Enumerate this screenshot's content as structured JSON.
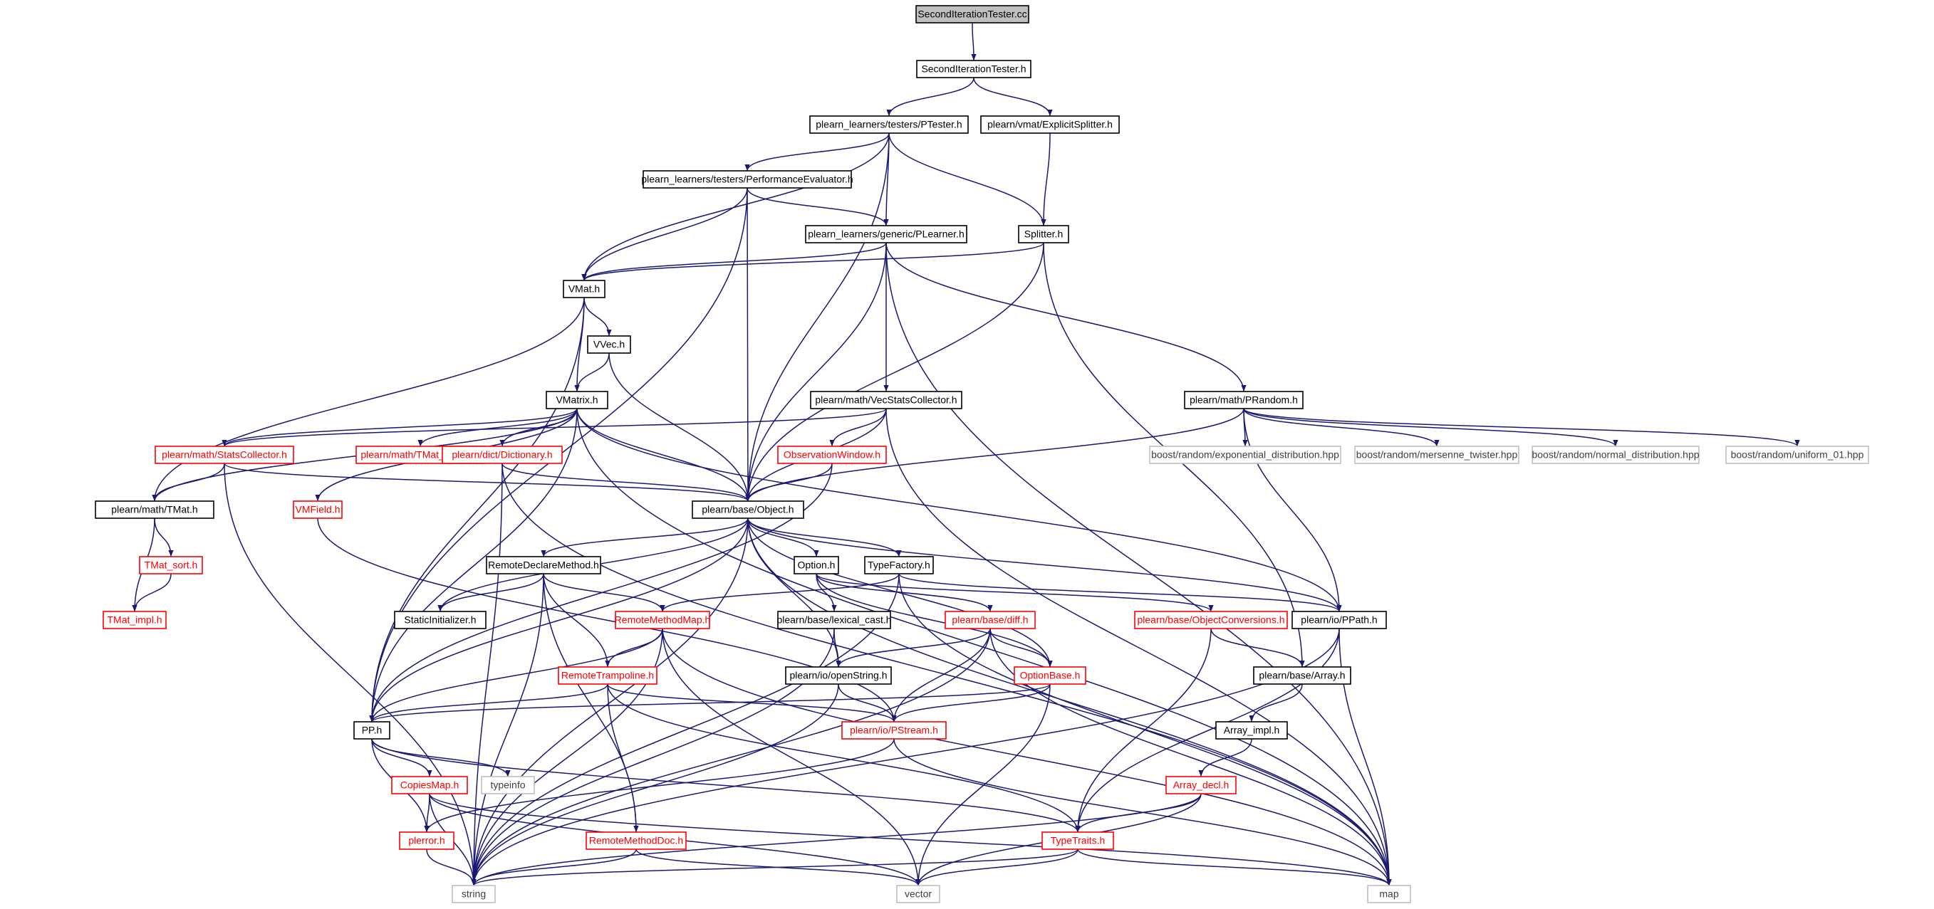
{
  "colors": {
    "edge": "#191970",
    "border_black": "#000000",
    "border_red": "#ff0000",
    "border_grey": "#bfbfbf",
    "fill_root": "#bfbfbf",
    "fill_default": "#ffffff",
    "text_black": "#000000",
    "text_red": "#ff0000",
    "text_grey": "#404040"
  },
  "nodes": [
    {
      "id": "n0",
      "label": "SecondIterationTester.cc",
      "style": "root"
    },
    {
      "id": "n1",
      "label": "SecondIterationTester.h",
      "style": "black"
    },
    {
      "id": "n2",
      "label": "plearn_learners/testers/PTester.h",
      "style": "black"
    },
    {
      "id": "n3",
      "label": "plearn/vmat/ExplicitSplitter.h",
      "style": "black"
    },
    {
      "id": "n4",
      "label": "plearn_learners/testers/PerformanceEvaluator.h",
      "style": "black"
    },
    {
      "id": "n5",
      "label": "plearn_learners/generic/PLearner.h",
      "style": "black"
    },
    {
      "id": "n6",
      "label": "Splitter.h",
      "style": "black"
    },
    {
      "id": "n7",
      "label": "VMat.h",
      "style": "black"
    },
    {
      "id": "n8",
      "label": "VVec.h",
      "style": "black"
    },
    {
      "id": "n9",
      "label": "VMatrix.h",
      "style": "black"
    },
    {
      "id": "n10",
      "label": "plearn/math/VecStatsCollector.h",
      "style": "black"
    },
    {
      "id": "n11",
      "label": "plearn/math/PRandom.h",
      "style": "black"
    },
    {
      "id": "n12",
      "label": "plearn/math/StatsCollector.h",
      "style": "red"
    },
    {
      "id": "n13",
      "label": "plearn/math/TMat_maths.h",
      "style": "red"
    },
    {
      "id": "n14",
      "label": "plearn/dict/Dictionary.h",
      "style": "red"
    },
    {
      "id": "n15",
      "label": "ObservationWindow.h",
      "style": "red"
    },
    {
      "id": "n16",
      "label": "boost/random/exponential_distribution.hpp",
      "style": "grey"
    },
    {
      "id": "n17",
      "label": "boost/random/mersenne_twister.hpp",
      "style": "grey"
    },
    {
      "id": "n18",
      "label": "boost/random/normal_distribution.hpp",
      "style": "grey"
    },
    {
      "id": "n19",
      "label": "boost/random/uniform_01.hpp",
      "style": "grey"
    },
    {
      "id": "n20",
      "label": "plearn/math/TMat.h",
      "style": "black"
    },
    {
      "id": "n21",
      "label": "VMField.h",
      "style": "red"
    },
    {
      "id": "n22",
      "label": "plearn/base/Object.h",
      "style": "black"
    },
    {
      "id": "n23",
      "label": "TMat_sort.h",
      "style": "red"
    },
    {
      "id": "n24",
      "label": "TMat_impl.h",
      "style": "red"
    },
    {
      "id": "n25",
      "label": "RemoteDeclareMethod.h",
      "style": "black"
    },
    {
      "id": "n26",
      "label": "Option.h",
      "style": "black"
    },
    {
      "id": "n27",
      "label": "TypeFactory.h",
      "style": "black"
    },
    {
      "id": "n28",
      "label": "StaticInitializer.h",
      "style": "black"
    },
    {
      "id": "n29",
      "label": "RemoteMethodMap.h",
      "style": "red"
    },
    {
      "id": "n30",
      "label": "plearn/base/lexical_cast.h",
      "style": "black"
    },
    {
      "id": "n31",
      "label": "plearn/base/diff.h",
      "style": "red"
    },
    {
      "id": "n32",
      "label": "plearn/base/ObjectConversions.h",
      "style": "red"
    },
    {
      "id": "n33",
      "label": "plearn/io/PPath.h",
      "style": "black"
    },
    {
      "id": "n34",
      "label": "RemoteTrampoline.h",
      "style": "red"
    },
    {
      "id": "n35",
      "label": "plearn/io/openString.h",
      "style": "black"
    },
    {
      "id": "n36",
      "label": "OptionBase.h",
      "style": "red"
    },
    {
      "id": "n37",
      "label": "plearn/base/Array.h",
      "style": "black"
    },
    {
      "id": "n38",
      "label": "PP.h",
      "style": "black"
    },
    {
      "id": "n39",
      "label": "plearn/io/PStream.h",
      "style": "red"
    },
    {
      "id": "n40",
      "label": "Array_impl.h",
      "style": "black"
    },
    {
      "id": "n41",
      "label": "CopiesMap.h",
      "style": "red"
    },
    {
      "id": "n42",
      "label": "typeinfo",
      "style": "grey"
    },
    {
      "id": "n43",
      "label": "Array_decl.h",
      "style": "red"
    },
    {
      "id": "n44",
      "label": "plerror.h",
      "style": "red"
    },
    {
      "id": "n45",
      "label": "RemoteMethodDoc.h",
      "style": "red"
    },
    {
      "id": "n46",
      "label": "TypeTraits.h",
      "style": "red"
    },
    {
      "id": "n47",
      "label": "string",
      "style": "grey"
    },
    {
      "id": "n48",
      "label": "vector",
      "style": "grey"
    },
    {
      "id": "n49",
      "label": "map",
      "style": "grey"
    }
  ],
  "edges": [
    [
      "n0",
      "n1"
    ],
    [
      "n1",
      "n2"
    ],
    [
      "n1",
      "n3"
    ],
    [
      "n3",
      "n6"
    ],
    [
      "n2",
      "n4"
    ],
    [
      "n2",
      "n5"
    ],
    [
      "n2",
      "n6"
    ],
    [
      "n2",
      "n7"
    ],
    [
      "n2",
      "n22"
    ],
    [
      "n4",
      "n7"
    ],
    [
      "n4",
      "n5"
    ],
    [
      "n4",
      "n22"
    ],
    [
      "n4",
      "n38"
    ],
    [
      "n5",
      "n7"
    ],
    [
      "n5",
      "n10"
    ],
    [
      "n5",
      "n11"
    ],
    [
      "n5",
      "n22"
    ],
    [
      "n5",
      "n49"
    ],
    [
      "n6",
      "n7"
    ],
    [
      "n6",
      "n22"
    ],
    [
      "n6",
      "n37"
    ],
    [
      "n7",
      "n8"
    ],
    [
      "n7",
      "n9"
    ],
    [
      "n7",
      "n20"
    ],
    [
      "n7",
      "n38"
    ],
    [
      "n8",
      "n9"
    ],
    [
      "n8",
      "n22"
    ],
    [
      "n9",
      "n12"
    ],
    [
      "n9",
      "n13"
    ],
    [
      "n9",
      "n14"
    ],
    [
      "n9",
      "n21"
    ],
    [
      "n9",
      "n22"
    ],
    [
      "n9",
      "n33"
    ],
    [
      "n9",
      "n38"
    ],
    [
      "n9",
      "n20"
    ],
    [
      "n9",
      "n49"
    ],
    [
      "n10",
      "n15"
    ],
    [
      "n10",
      "n12"
    ],
    [
      "n10",
      "n22"
    ],
    [
      "n10",
      "n49"
    ],
    [
      "n11",
      "n16"
    ],
    [
      "n11",
      "n17"
    ],
    [
      "n11",
      "n18"
    ],
    [
      "n11",
      "n19"
    ],
    [
      "n11",
      "n22"
    ],
    [
      "n11",
      "n33"
    ],
    [
      "n12",
      "n20"
    ],
    [
      "n12",
      "n22"
    ],
    [
      "n12",
      "n47"
    ],
    [
      "n14",
      "n22"
    ],
    [
      "n14",
      "n47"
    ],
    [
      "n14",
      "n49"
    ],
    [
      "n15",
      "n22"
    ],
    [
      "n15",
      "n38"
    ],
    [
      "n20",
      "n23"
    ],
    [
      "n20",
      "n24"
    ],
    [
      "n23",
      "n24"
    ],
    [
      "n21",
      "n39"
    ],
    [
      "n22",
      "n25"
    ],
    [
      "n22",
      "n26"
    ],
    [
      "n22",
      "n27"
    ],
    [
      "n22",
      "n28"
    ],
    [
      "n22",
      "n33"
    ],
    [
      "n22",
      "n35"
    ],
    [
      "n22",
      "n36"
    ],
    [
      "n22",
      "n38"
    ],
    [
      "n22",
      "n47"
    ],
    [
      "n22",
      "n49"
    ],
    [
      "n25",
      "n28"
    ],
    [
      "n25",
      "n29"
    ],
    [
      "n25",
      "n34"
    ],
    [
      "n25",
      "n45"
    ],
    [
      "n25",
      "n47"
    ],
    [
      "n26",
      "n30"
    ],
    [
      "n26",
      "n31"
    ],
    [
      "n26",
      "n32"
    ],
    [
      "n26",
      "n36"
    ],
    [
      "n27",
      "n29"
    ],
    [
      "n27",
      "n33"
    ],
    [
      "n27",
      "n47"
    ],
    [
      "n27",
      "n49"
    ],
    [
      "n29",
      "n34"
    ],
    [
      "n29",
      "n38"
    ],
    [
      "n29",
      "n47"
    ],
    [
      "n29",
      "n48"
    ],
    [
      "n29",
      "n49"
    ],
    [
      "n30",
      "n35"
    ],
    [
      "n30",
      "n47"
    ],
    [
      "n31",
      "n35"
    ],
    [
      "n31",
      "n36"
    ],
    [
      "n31",
      "n39"
    ],
    [
      "n31",
      "n47"
    ],
    [
      "n31",
      "n49"
    ],
    [
      "n32",
      "n37"
    ],
    [
      "n32",
      "n46"
    ],
    [
      "n33",
      "n46"
    ],
    [
      "n33",
      "n47"
    ],
    [
      "n33",
      "n49"
    ],
    [
      "n34",
      "n38"
    ],
    [
      "n34",
      "n39"
    ],
    [
      "n34",
      "n45"
    ],
    [
      "n34",
      "n46"
    ],
    [
      "n35",
      "n39"
    ],
    [
      "n35",
      "n47"
    ],
    [
      "n36",
      "n38"
    ],
    [
      "n36",
      "n39"
    ],
    [
      "n36",
      "n48"
    ],
    [
      "n37",
      "n40"
    ],
    [
      "n40",
      "n43"
    ],
    [
      "n38",
      "n41"
    ],
    [
      "n38",
      "n42"
    ],
    [
      "n38",
      "n44"
    ],
    [
      "n38",
      "n46"
    ],
    [
      "n39",
      "n44"
    ],
    [
      "n39",
      "n49"
    ],
    [
      "n41",
      "n44"
    ],
    [
      "n41",
      "n47"
    ],
    [
      "n41",
      "n48"
    ],
    [
      "n41",
      "n49"
    ],
    [
      "n43",
      "n46"
    ],
    [
      "n43",
      "n47"
    ],
    [
      "n43",
      "n48"
    ],
    [
      "n44",
      "n47"
    ],
    [
      "n45",
      "n47"
    ],
    [
      "n45",
      "n48"
    ],
    [
      "n46",
      "n47"
    ],
    [
      "n46",
      "n48"
    ],
    [
      "n46",
      "n49"
    ]
  ]
}
